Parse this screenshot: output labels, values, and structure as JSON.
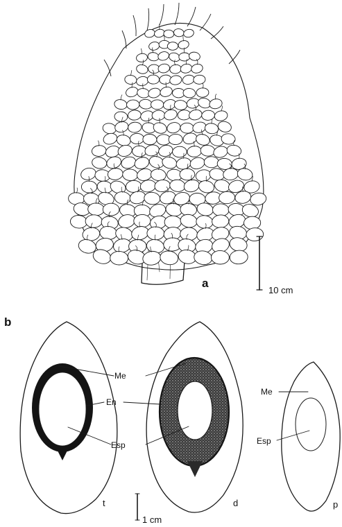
{
  "panels": {
    "a": {
      "label": "a",
      "scale_bar": "10 cm"
    },
    "b": {
      "label": "b",
      "scale_bar": "1 cm",
      "callouts": {
        "mesocarp": "Me",
        "endocarp": "En",
        "endosperm": "Esp"
      },
      "sections": [
        {
          "id": "t",
          "label": "t"
        },
        {
          "id": "d",
          "label": "d"
        },
        {
          "id": "p",
          "label": "p"
        }
      ],
      "p_section_callouts": {
        "mesocarp": "Me",
        "endosperm": "Esp"
      }
    }
  },
  "colors": {
    "ink": "#1a1a1a",
    "paper": "#ffffff"
  }
}
